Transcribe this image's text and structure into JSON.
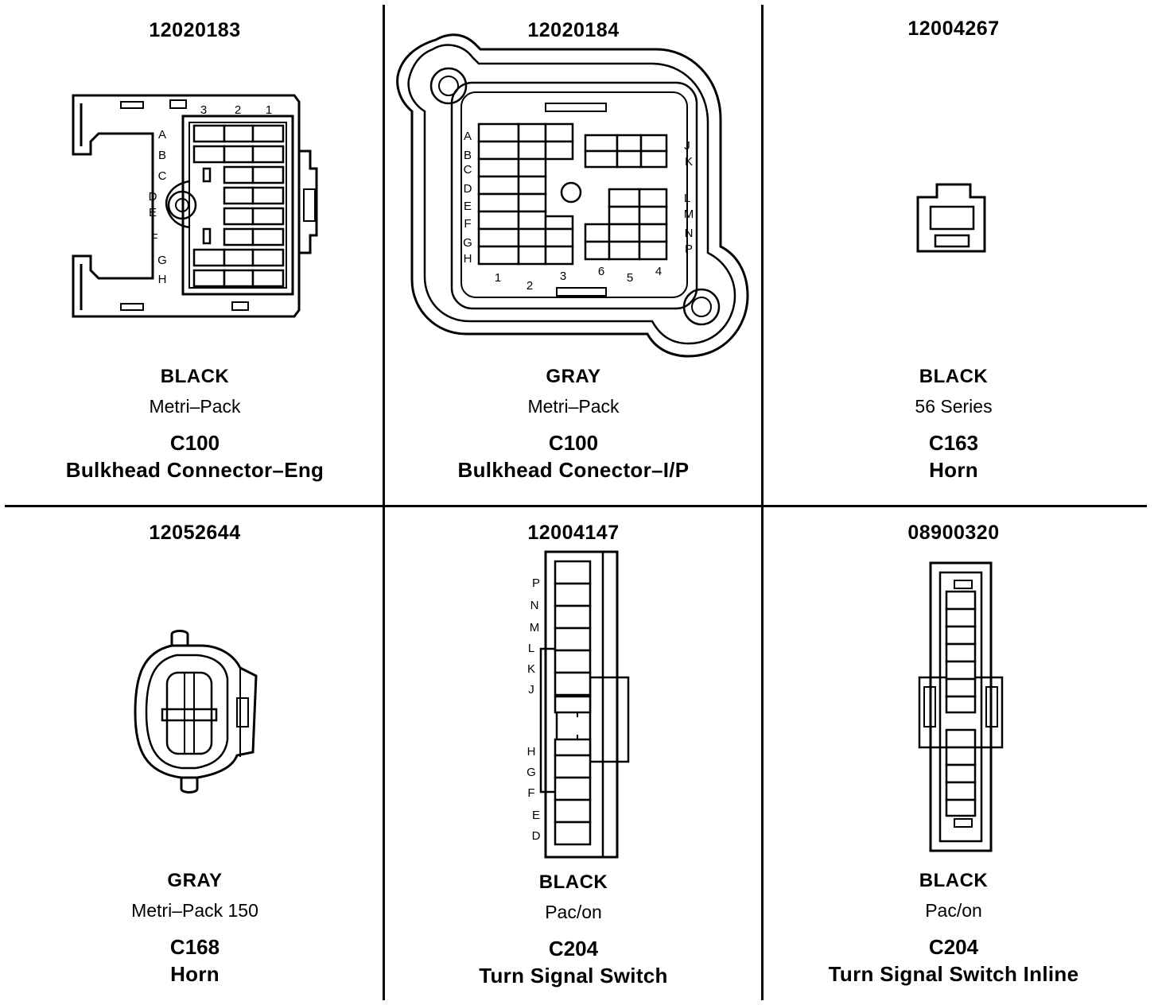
{
  "connectors": [
    {
      "part_number": "12020183",
      "color": "BLACK",
      "family": "Metri–Pack",
      "id": "C100",
      "description": "Bulkhead Connector–Eng",
      "row_labels": [
        "A",
        "B",
        "C",
        "D",
        "E",
        "F",
        "G",
        "H"
      ],
      "col_labels": [
        "3",
        "2",
        "1"
      ]
    },
    {
      "part_number": "12020184",
      "color": "GRAY",
      "family": "Metri–Pack",
      "id": "C100",
      "description": "Bulkhead Conector–I/P",
      "left_labels": [
        "A",
        "B",
        "C",
        "D",
        "E",
        "F",
        "G",
        "H"
      ],
      "right_labels": [
        "J",
        "K",
        "L",
        "M",
        "N",
        "P"
      ],
      "bottom_labels": [
        "1",
        "2",
        "3",
        "6",
        "5",
        "4"
      ]
    },
    {
      "part_number": "12004267",
      "color": "BLACK",
      "family": "56 Series",
      "id": "C163",
      "description": "Horn"
    },
    {
      "part_number": "12052644",
      "color": "GRAY",
      "family": "Metri–Pack 150",
      "id": "C168",
      "description": "Horn"
    },
    {
      "part_number": "12004147",
      "color": "BLACK",
      "family": "Pac/on",
      "id": "C204",
      "description": "Turn Signal Switch",
      "side_labels": [
        "P",
        "N",
        "M",
        "L",
        "K",
        "J",
        "H",
        "G",
        "F",
        "E",
        "D"
      ]
    },
    {
      "part_number": "08900320",
      "color": "BLACK",
      "family": "Pac/on",
      "id": "C204",
      "description": "Turn Signal Switch Inline"
    }
  ]
}
